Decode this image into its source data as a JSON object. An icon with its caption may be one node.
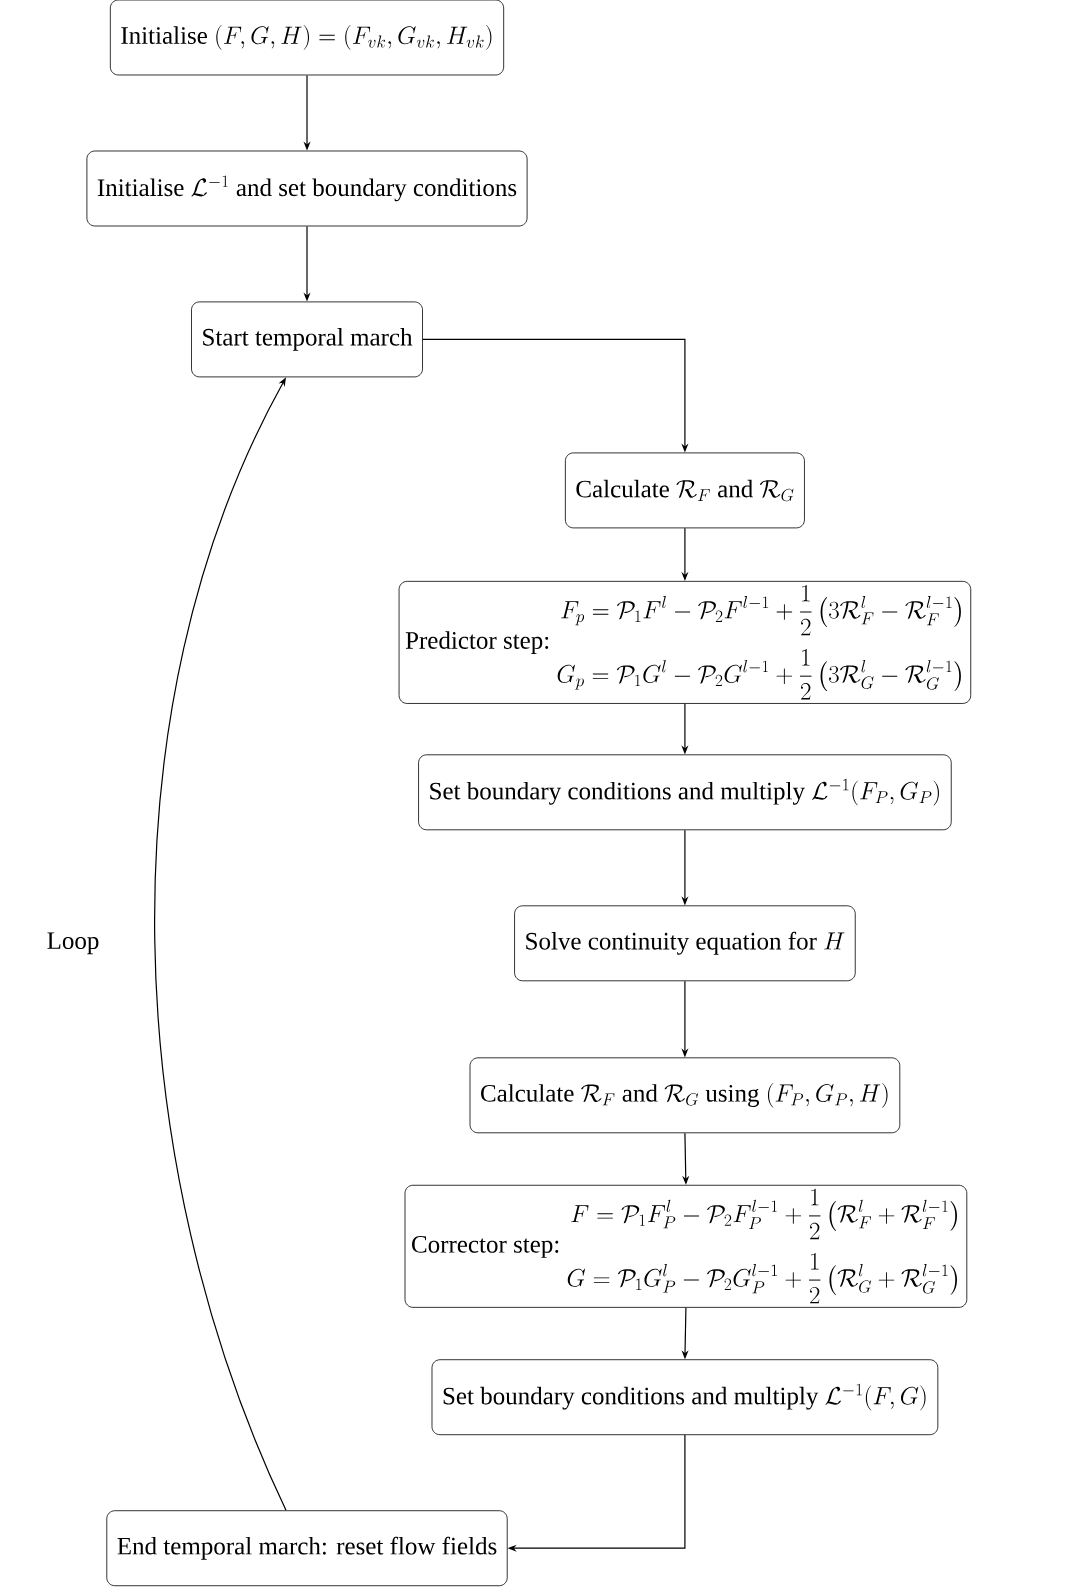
{
  "diagram": {
    "nodes": [
      {
        "text": [
          "\\text{Initialise }(F,G,H)=(F_{vk},G_{vk},H_{vk})"
        ]
      },
      {
        "text": [
          "\\text{Initialise }\\mathcal{L}^{-1}\\text{ and set boundary conditions}"
        ]
      },
      {
        "text": [
          "Start temporal march"
        ]
      },
      {
        "text": [
          "\\text{Calculate }\\mathcal{R}_F\\text{ and }\\mathcal{R}_G"
        ]
      },
      {
        "text": [
          "Predictor step:",
          "F_p=\\mathcal{P}_1F^l-\\mathcal{P}_2F^{l-1}+\\frac{1}{2}\\left(3\\mathcal{R}_F^l-\\mathcal{R}_F^{l-1}\\right)",
          "G_p=\\mathcal{P}_1G^l-\\mathcal{P}_2G^{l-1}+\\frac{1}{2}\\left(3\\mathcal{R}_G^l-\\mathcal{R}_G^{l-1}\\right)"
        ]
      },
      {
        "text": [
          "\\text{Set boundary conditions and multiply }\\mathcal{L}^{-1}(F_P,G_P)"
        ]
      },
      {
        "text": [
          "\\text{Solve continuity equation for }H"
        ]
      },
      {
        "text": [
          "\\text{Calculate }\\mathcal{R}_F\\text{ and }\\mathcal{R}_G\\text{ using }(F_P,G_P,H)"
        ]
      },
      {
        "text": [
          "Corrector step:",
          "F=\\mathcal{P}_1F_P^l-\\mathcal{P}_2F_P^{l-1}+\\frac{1}{2}\\left(\\mathcal{R}_F^l+\\mathcal{R}_F^{l-1}\\right)",
          "G=\\mathcal{P}_1G_P^l-\\mathcal{P}_2G_P^{l-1}+\\frac{1}{2}\\left(\\mathcal{R}_G^l+\\mathcal{R}_G^{l-1}\\right)"
        ]
      },
      {
        "text": [
          "\\text{Set boundary conditions and multiply }\\mathcal{L}^{-1}(F,G)"
        ]
      },
      {
        "text": [
          "End temporal march: reset flow fields"
        ]
      }
    ],
    "edges": [
      {
        "from": 0,
        "to": 1,
        "arrow": "to"
      },
      {
        "from": 1,
        "to": 2,
        "arrow": "to"
      },
      {
        "from": 2,
        "to": 3,
        "arrow": "to"
      },
      {
        "from": 3,
        "to": 4,
        "arrow": "to"
      },
      {
        "from": 4,
        "to": 5,
        "arrow": "to"
      },
      {
        "from": 5,
        "to": 6,
        "arrow": "to"
      },
      {
        "from": 6,
        "to": 7,
        "arrow": "to"
      },
      {
        "from": 7,
        "to": 8,
        "arrow": "to"
      },
      {
        "from": 8,
        "to": 9,
        "arrow": "to"
      },
      {
        "from": 9,
        "to": 10,
        "arrow": "to"
      },
      {
        "from": 10,
        "to": 2,
        "arrow": "to",
        "label": "Loop"
      }
    ]
  }
}
